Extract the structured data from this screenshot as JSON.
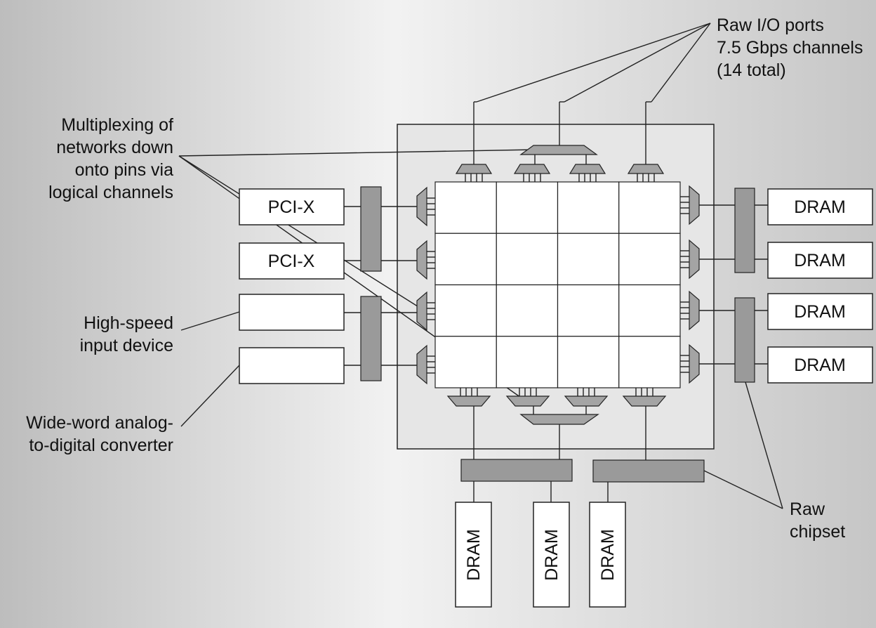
{
  "colors": {
    "background_dark": "#b9b9b9",
    "background_light": "#f4f4f4",
    "package_fill": "#e6e6e6",
    "component_gray": "#9a9a9a",
    "box_fill": "#ffffff"
  },
  "labels": {
    "raw_io": [
      "Raw I/O ports",
      "7.5 Gbps channels",
      "(14 total)"
    ],
    "multiplexing": [
      "Multiplexing of",
      "networks down",
      "onto pins via",
      "logical channels"
    ],
    "high_speed": [
      "High-speed",
      "input device"
    ],
    "wide_word": [
      "Wide-word analog-",
      "to-digital converter"
    ],
    "raw_chipset": [
      "Raw",
      "chipset"
    ]
  },
  "left_devices": [
    "PCI-X",
    "PCI-X",
    "",
    ""
  ],
  "right_drams": [
    "DRAM",
    "DRAM",
    "DRAM",
    "DRAM"
  ],
  "bottom_drams": [
    "DRAM",
    "DRAM",
    "DRAM"
  ],
  "tile_grid": {
    "rows": 4,
    "cols": 4
  }
}
